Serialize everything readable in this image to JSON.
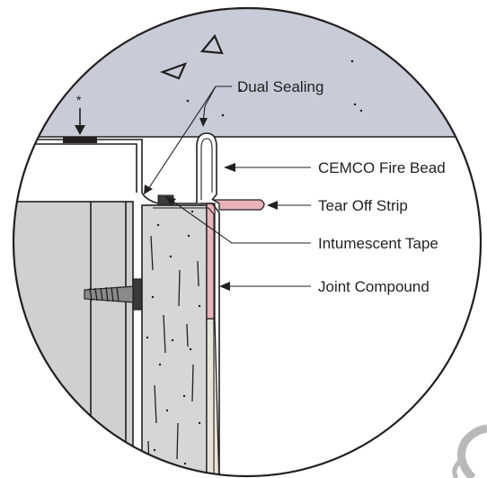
{
  "diagram": {
    "labels": {
      "dual_sealing": "Dual Sealing",
      "fire_bead": "CEMCO Fire Bead",
      "tear_off_strip": "Tear Off Strip",
      "intumescent_tape": "Intumescent Tape",
      "joint_compound": "Joint Compound"
    },
    "footnote_marker": "*",
    "colors": {
      "concrete_deck": "#c8cbd8",
      "wallboard": "#d6d6d6",
      "stud_panel": "#d0d0d0",
      "strip_pink": "#e8b4b8",
      "compound_tan": "#e9e4d6",
      "tape_dark": "#3b3b3b",
      "line": "#231f20"
    }
  }
}
